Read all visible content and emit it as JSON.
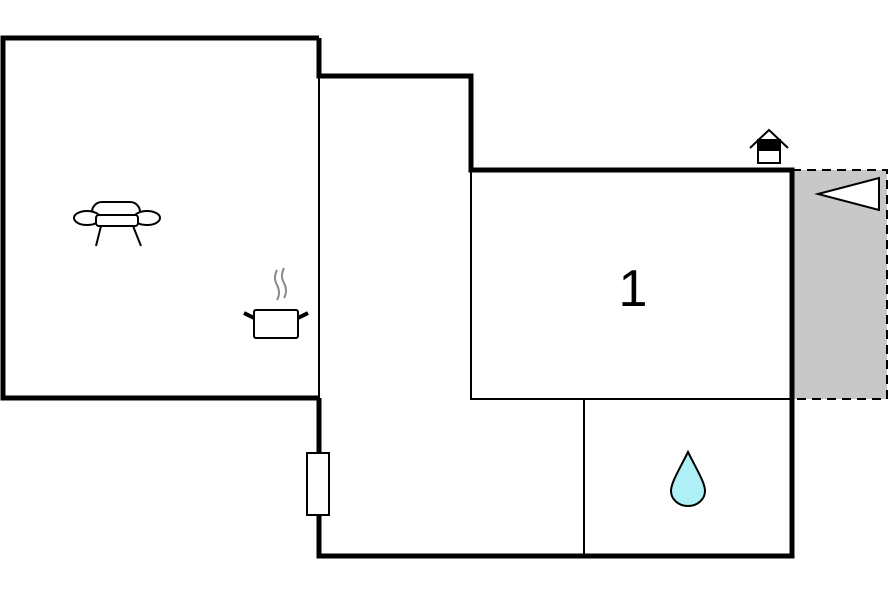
{
  "floorplan": {
    "rooms": [
      {
        "id": "bedroom",
        "label": "1"
      }
    ],
    "icons": [
      {
        "name": "sofa-icon",
        "room": "living-room"
      },
      {
        "name": "cooking-pot-icon",
        "room": "kitchen"
      },
      {
        "name": "entrance-icon",
        "room": "bedroom"
      },
      {
        "name": "water-drop-icon",
        "room": "bathroom"
      },
      {
        "name": "window-icon",
        "room": "hallway"
      },
      {
        "name": "terrace-triangle-icon",
        "room": "terrace"
      }
    ],
    "colors": {
      "wall": "#000000",
      "terrace": "#c8c8c8",
      "water": "#aef0f5",
      "steam": "#888888"
    }
  }
}
